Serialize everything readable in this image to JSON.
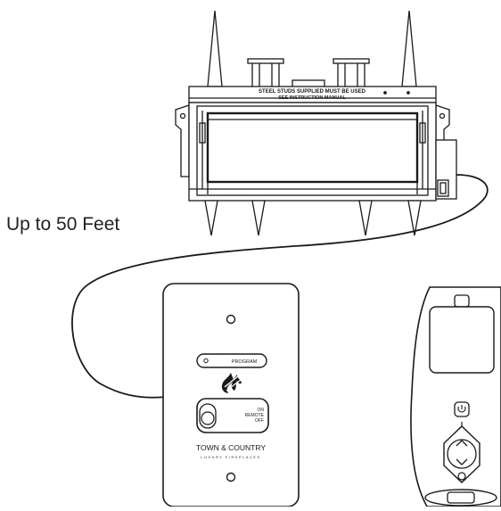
{
  "distance_label": "Up to 50 Feet",
  "fireplace": {
    "warning_line_1": "STEEL STUDS SUPPLIED MUST BE USED",
    "warning_line_2": "SEE INSTRUCTION MANUAL"
  },
  "wall_control": {
    "program_label": "PROGRAM",
    "switch_on": "ON",
    "switch_remote": "REMOTE",
    "switch_off": "OFF",
    "brand_name": "TOWN & COUNTRY",
    "brand_tagline": "LUXURY FIREPLACES",
    "logo_icon": "flame-logo-icon"
  },
  "remote": {
    "power_icon": "power-icon",
    "down_arrow_icon": "arrow-down-icon",
    "up_icon": "chevron-up-icon",
    "down_icon": "chevron-down-icon"
  },
  "colors": {
    "line": "#1a1a1a",
    "background": "#ffffff"
  }
}
